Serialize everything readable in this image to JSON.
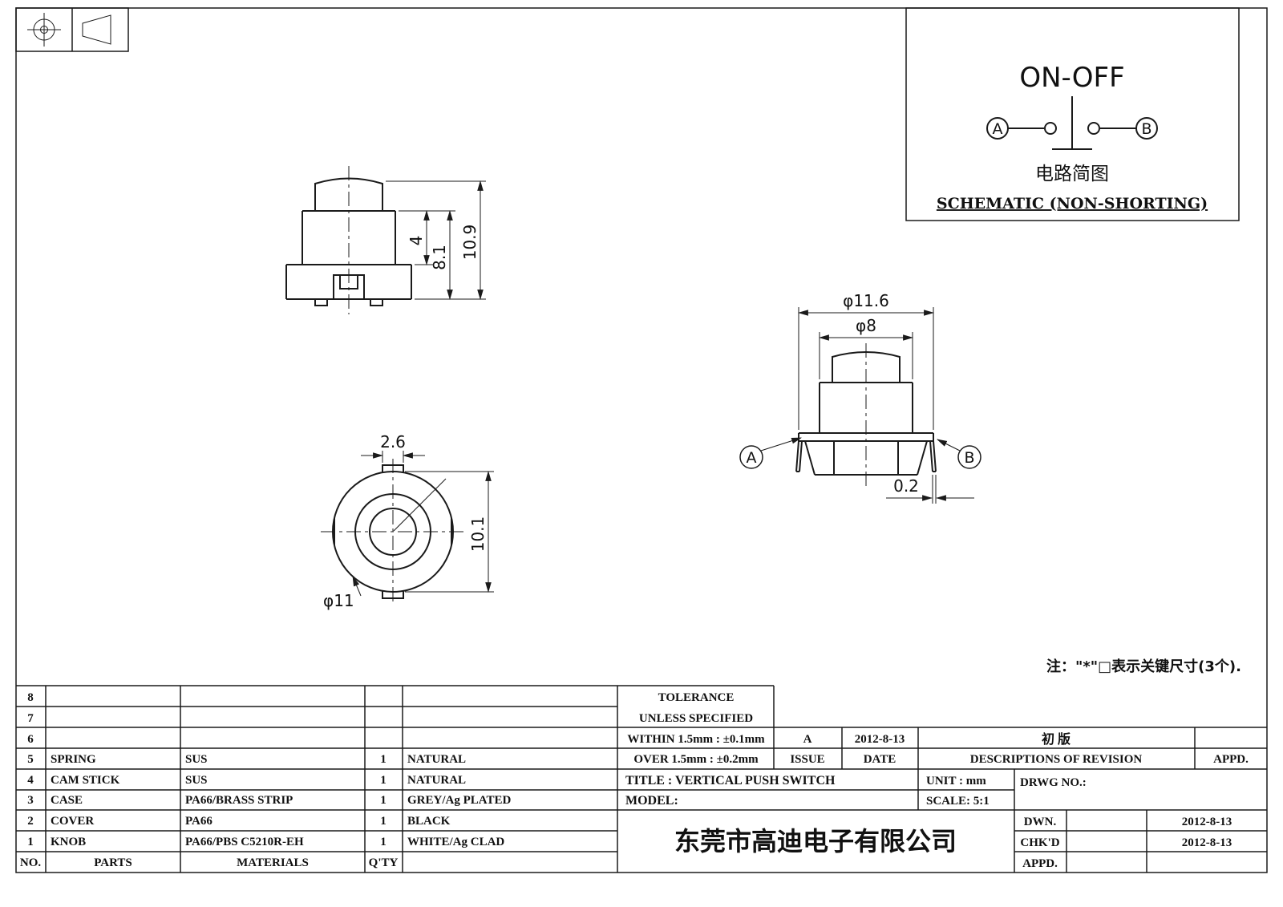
{
  "schematic": {
    "title": "ON-OFF",
    "terminal_a": "A",
    "terminal_b": "B",
    "caption_cn": "电路简图",
    "caption_en": "SCHEMATIC (NON-SHORTING)"
  },
  "front_view": {
    "dim_step": "4",
    "dim_body": "8.1",
    "dim_total": "10.9"
  },
  "bottom_view": {
    "dim_tab": "2.6",
    "dim_across": "10.1",
    "dim_diameter": "φ11"
  },
  "side_view": {
    "dim_flange": "φ11.6",
    "dim_cover": "φ8",
    "dim_terminal": "0.2",
    "terminal_a": "A",
    "terminal_b": "B"
  },
  "note": "注：\"*\"□表示关键尺寸(3个).",
  "parts_table": {
    "headers": {
      "no": "NO.",
      "parts": "PARTS",
      "materials": "MATERIALS",
      "qty": "Q'TY"
    },
    "rows": [
      {
        "no": "8",
        "part": "",
        "material": "",
        "qty": "",
        "finish": ""
      },
      {
        "no": "7",
        "part": "",
        "material": "",
        "qty": "",
        "finish": ""
      },
      {
        "no": "6",
        "part": "",
        "material": "",
        "qty": "",
        "finish": ""
      },
      {
        "no": "5",
        "part": "SPRING",
        "material": "SUS",
        "qty": "1",
        "finish": "NATURAL"
      },
      {
        "no": "4",
        "part": "CAM STICK",
        "material": "SUS",
        "qty": "1",
        "finish": "NATURAL"
      },
      {
        "no": "3",
        "part": "CASE",
        "material": "PA66/BRASS STRIP",
        "qty": "1",
        "finish": "GREY/Ag PLATED"
      },
      {
        "no": "2",
        "part": "COVER",
        "material": "PA66",
        "qty": "1",
        "finish": "BLACK"
      },
      {
        "no": "1",
        "part": "KNOB",
        "material": "PA66/PBS C5210R-EH",
        "qty": "1",
        "finish": "WHITE/Ag CLAD"
      }
    ]
  },
  "title_block": {
    "tolerance_line1": "TOLERANCE",
    "tolerance_line2": "UNLESS  SPECIFIED",
    "tolerance_within": "WITHIN 1.5mm : ±0.1mm",
    "tolerance_over": "OVER 1.5mm : ±0.2mm",
    "issue_value": "A",
    "issue_label": "ISSUE",
    "date_value": "2012-8-13",
    "date_label": "DATE",
    "revision_value": "初 版",
    "revision_label": "DESCRIPTIONS OF REVISION",
    "appd_header": "APPD.",
    "title": "TITLE :  VERTICAL PUSH SWITCH",
    "unit": "UNIT :  mm",
    "drwg_no": "DRWG NO.:",
    "model": "MODEL:",
    "scale": "SCALE:  5:1",
    "dwn_label": "DWN.",
    "dwn_date": "2012-8-13",
    "chkd_label": "CHK'D",
    "chkd_date": "2012-8-13",
    "appd_label": "APPD.",
    "company": "东莞市高迪电子有限公司",
    "company_color": "#f0a500"
  }
}
